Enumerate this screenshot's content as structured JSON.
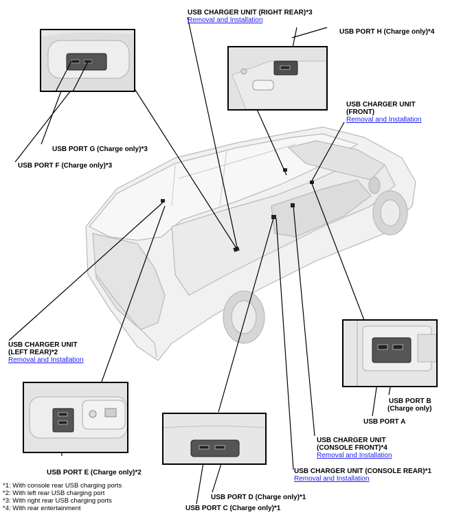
{
  "labels": {
    "usb_charger_right_rear": "USB CHARGER UNIT (RIGHT REAR)*3",
    "usb_port_h": "USB PORT H (Charge only)*4",
    "usb_charger_front_l1": "USB CHARGER UNIT",
    "usb_charger_front_l2": "(FRONT)",
    "usb_port_g": "USB PORT G (Charge only)*3",
    "usb_port_f": "USB PORT F (Charge only)*3",
    "usb_charger_left_rear_l1": "USB CHARGER UNIT",
    "usb_charger_left_rear_l2": "(LEFT REAR)*2",
    "usb_port_b_l1": "USB PORT B",
    "usb_port_b_l2": "(Charge only)",
    "usb_port_a": "USB PORT A",
    "usb_charger_console_front_l1": "USB CHARGER UNIT",
    "usb_charger_console_front_l2": "(CONSOLE FRONT)*4",
    "usb_port_e": "USB PORT E (Charge only)*2",
    "usb_charger_console_rear": "USB CHARGER UNIT (CONSOLE REAR)*1",
    "usb_port_d": "USB PORT D (Charge only)*1",
    "usb_port_c": "USB PORT C (Charge only)*1"
  },
  "links": {
    "right_rear": "Removal and Installation",
    "front": "Removal and Installation",
    "left_rear": "Removal and Installation",
    "console_front": "Removal and Installation",
    "console_rear": "Removal and Installation"
  },
  "footnotes": [
    "*1: With console rear USB charging ports",
    "*2: With left rear USB charging port",
    "*3: With right rear USB charging ports",
    "*4: With rear entertainment"
  ]
}
